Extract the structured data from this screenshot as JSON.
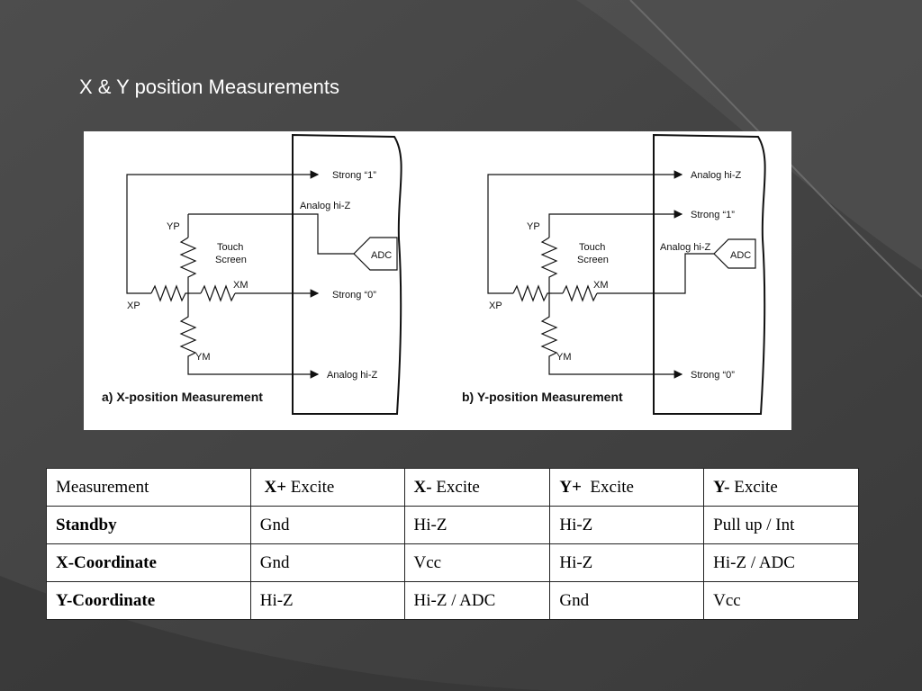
{
  "slide": {
    "title": "X & Y position Measurements"
  },
  "diagram_a": {
    "caption": "a) X-position Measurement",
    "touch_screen": [
      "Touch",
      "Screen"
    ],
    "nodes": {
      "yp": "YP",
      "ym": "YM",
      "xp": "XP",
      "xm": "XM"
    },
    "adc": "ADC",
    "outputs": [
      "Strong “1”",
      "Analog hi-Z",
      "Strong “0”",
      "Analog hi-Z"
    ]
  },
  "diagram_b": {
    "caption": "b) Y-position Measurement",
    "touch_screen": [
      "Touch",
      "Screen"
    ],
    "nodes": {
      "yp": "YP",
      "ym": "YM",
      "xp": "XP",
      "xm": "XM"
    },
    "adc": "ADC",
    "outputs": [
      "Analog hi-Z",
      "Strong “1”",
      "Analog hi-Z",
      "Strong “0”"
    ]
  },
  "table": {
    "header": {
      "measurement": "Measurement",
      "cols": [
        {
          "bold": "X+",
          "rest": " Excite"
        },
        {
          "bold": "X-",
          "rest": " Excite"
        },
        {
          "bold": "Y+",
          "rest": "  Excite"
        },
        {
          "bold": "Y-",
          "rest": " Excite"
        }
      ]
    },
    "rows": [
      {
        "label": "Standby",
        "cells": [
          "Gnd",
          "Hi-Z",
          "Hi-Z",
          "Pull up / Int"
        ]
      },
      {
        "label": "X-Coordinate",
        "cells": [
          "Gnd",
          "Vcc",
          "Hi-Z",
          "Hi-Z / ADC"
        ]
      },
      {
        "label": "Y-Coordinate",
        "cells": [
          "Hi-Z",
          "Hi-Z / ADC",
          "Gnd",
          "Vcc"
        ]
      }
    ]
  }
}
